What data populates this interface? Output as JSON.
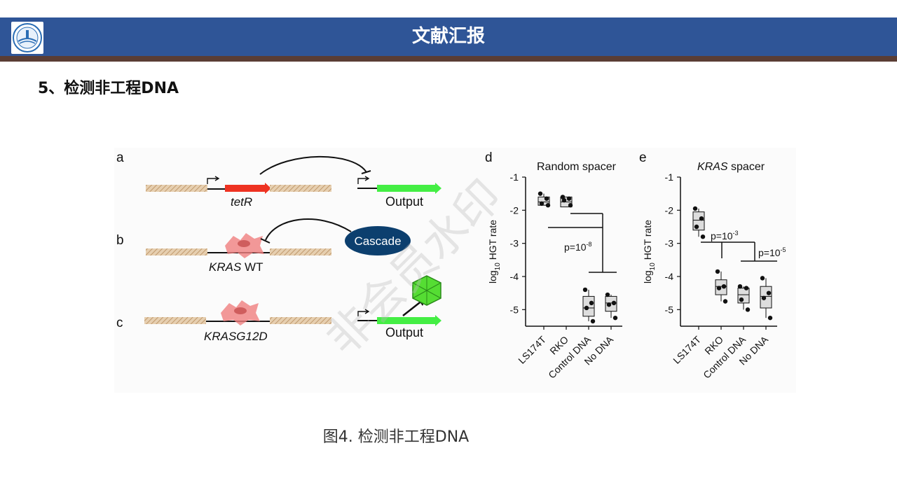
{
  "header": {
    "title": "文献汇报",
    "logo_icon": "university-seal-icon"
  },
  "section": {
    "title": "5、检测非工程DNA"
  },
  "figure": {
    "caption": "图4. 检测非工程DNA",
    "watermark": "非会员水印",
    "panels": {
      "a": {
        "label": "a",
        "gene": "tetR",
        "output": "Output"
      },
      "b": {
        "label": "b",
        "gene": "KRAS WT",
        "cascade": "Cascade"
      },
      "c": {
        "label": "c",
        "gene": "KRASG12D",
        "output": "Output"
      },
      "d": {
        "label": "d",
        "title": "Random spacer",
        "pvalue": "p=10",
        "pexp": "-8"
      },
      "e": {
        "label": "e",
        "title_italic": "KRAS",
        "title_rest": " spacer",
        "pvalue1": "p=10",
        "pexp1": "-3",
        "pvalue2": "p=10",
        "pexp2": "-5"
      }
    },
    "colors": {
      "header": "#2f5597",
      "tetR": "#ee3322",
      "output": "#44ee44",
      "cascade": "#0c3f6e",
      "cell": "#f08080"
    }
  },
  "chart_data": [
    {
      "type": "box",
      "title": "Random spacer",
      "ylabel": "log10 HGT rate",
      "ylim": [
        -5.5,
        -1
      ],
      "yticks": [
        -1,
        -2,
        -3,
        -4,
        -5
      ],
      "categories": [
        "LS174T",
        "RKO",
        "Control DNA",
        "No DNA"
      ],
      "boxes": [
        {
          "q1": -1.85,
          "median": -1.75,
          "q3": -1.6,
          "min": -1.85,
          "max": -1.5,
          "points": [
            -1.5,
            -1.65,
            -1.8,
            -1.85
          ]
        },
        {
          "q1": -1.9,
          "median": -1.75,
          "q3": -1.6,
          "min": -1.9,
          "max": -1.6,
          "points": [
            -1.6,
            -1.65,
            -1.7,
            -1.85
          ]
        },
        {
          "q1": -5.2,
          "median": -4.95,
          "q3": -4.6,
          "min": -5.35,
          "max": -4.4,
          "points": [
            -4.4,
            -4.8,
            -4.95,
            -5.35
          ]
        },
        {
          "q1": -5.05,
          "median": -4.8,
          "q3": -4.6,
          "min": -5.25,
          "max": -4.55,
          "points": [
            -4.55,
            -4.8,
            -4.85,
            -5.25
          ]
        }
      ]
    },
    {
      "type": "box",
      "title": "KRAS spacer",
      "ylabel": "log10 HGT rate",
      "ylim": [
        -5.5,
        -1
      ],
      "yticks": [
        -1,
        -2,
        -3,
        -4,
        -5
      ],
      "categories": [
        "LS174T",
        "RKO",
        "Control DNA",
        "No DNA"
      ],
      "boxes": [
        {
          "q1": -2.6,
          "median": -2.3,
          "q3": -2.05,
          "min": -2.8,
          "max": -1.95,
          "points": [
            -1.95,
            -2.25,
            -2.5,
            -2.8
          ]
        },
        {
          "q1": -4.55,
          "median": -4.3,
          "q3": -4.1,
          "min": -4.75,
          "max": -3.85,
          "points": [
            -3.85,
            -4.3,
            -4.35,
            -4.75
          ]
        },
        {
          "q1": -4.8,
          "median": -4.55,
          "q3": -4.35,
          "min": -5.0,
          "max": -4.3,
          "points": [
            -4.3,
            -4.35,
            -4.7,
            -5.0
          ]
        },
        {
          "q1": -4.95,
          "median": -4.6,
          "q3": -4.3,
          "min": -5.25,
          "max": -4.05,
          "points": [
            -4.05,
            -4.5,
            -4.65,
            -5.25
          ]
        }
      ]
    }
  ]
}
